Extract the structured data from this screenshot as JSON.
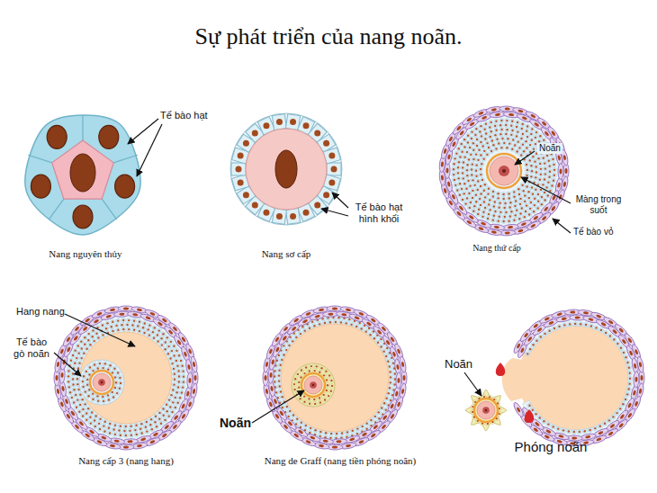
{
  "diagram": {
    "title": "Sự phát triển của nang noãn.",
    "labels": [
      "Tế bào hạt",
      "Nang nguyên thủy",
      "Tế bào hạt hình khối",
      "Nang sơ cấp",
      "Noãn",
      "Màng trong suốt",
      "Tế bào vỏ",
      "Nang thứ cấp",
      "Hang nang",
      "Tế bào gò noãn",
      "Nang cấp 3 (nang hang)",
      "Noãn",
      "Nang de Graff (nang tiền phóng noãn)",
      "Noãn",
      "Phóng noãn"
    ]
  }
}
